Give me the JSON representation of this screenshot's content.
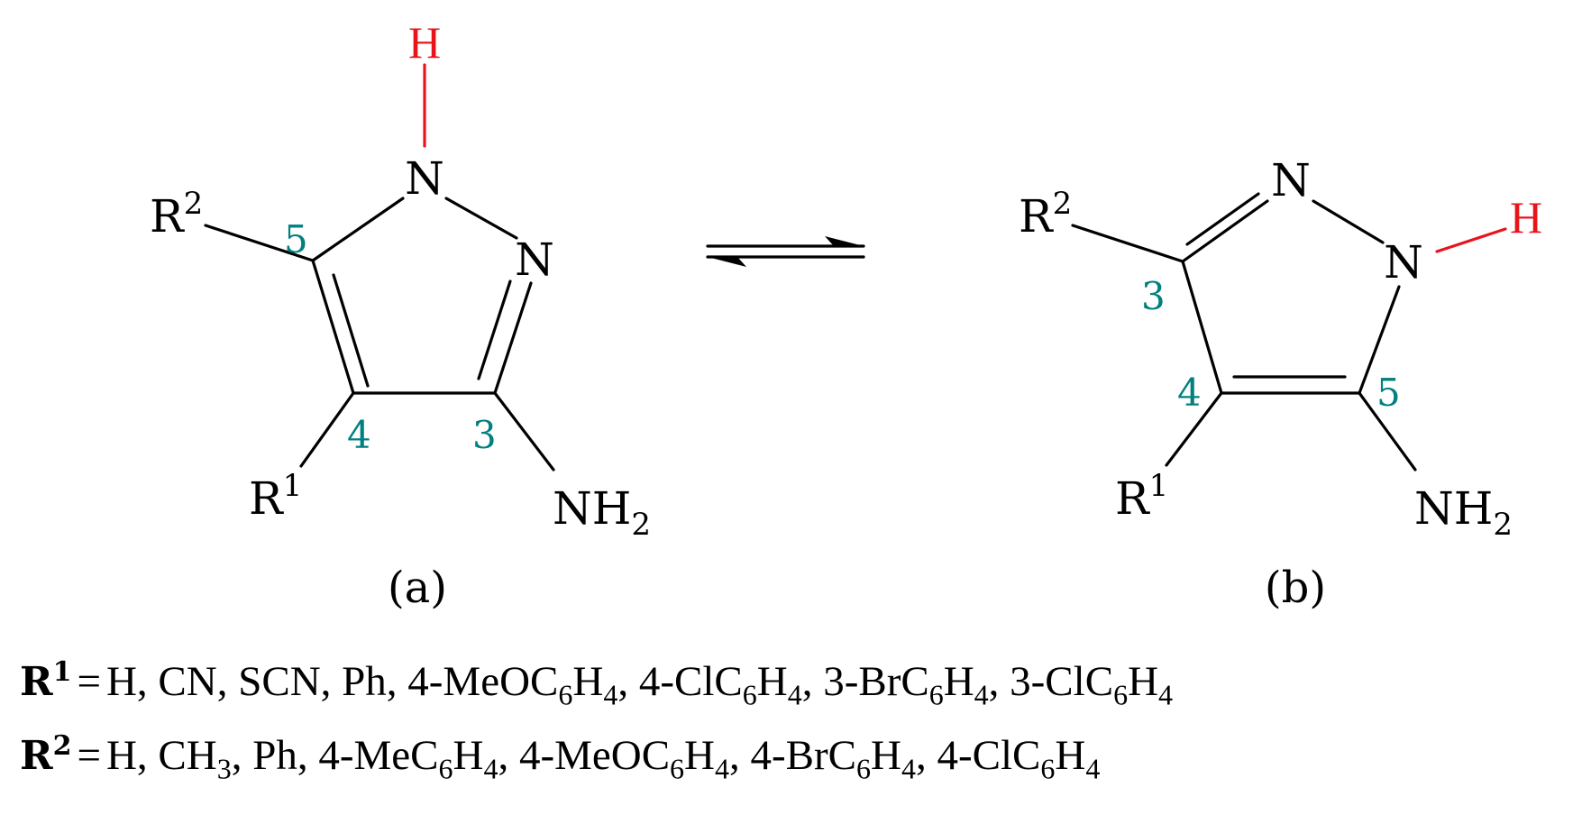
{
  "structure_a": {
    "atoms": {
      "h_top": "H",
      "n1": "N",
      "n2": "N",
      "r2_base": "R",
      "r2_sup": "2",
      "r1_base": "R",
      "r1_sup": "1",
      "nh2_base": "NH",
      "nh2_sub": "2"
    },
    "positions": {
      "p5": "5",
      "p4": "4",
      "p3": "3"
    },
    "caption": "(a)"
  },
  "structure_b": {
    "atoms": {
      "n_top": "N",
      "n1": "N",
      "h_right": "H",
      "r2_base": "R",
      "r2_sup": "2",
      "r1_base": "R",
      "r1_sup": "1",
      "nh2_base": "NH",
      "nh2_sub": "2"
    },
    "positions": {
      "p3": "3",
      "p4": "4",
      "p5": "5"
    },
    "caption": "(b)"
  },
  "colors": {
    "highlight_h": "#e8141b",
    "position_numbers": "#00807f",
    "bonds": "#000000"
  },
  "legend": {
    "r1": {
      "label_base": "R",
      "label_sup": "1",
      "equals": "=",
      "items": [
        {
          "text": "H, CN, SCN, Ph, 4-MeOC",
          "sub": "6"
        },
        {
          "text": "H",
          "sub": "4"
        },
        {
          "text": ", 4-ClC",
          "sub": "6"
        },
        {
          "text": "H",
          "sub": "4"
        },
        {
          "text": ", 3-BrC",
          "sub": "6"
        },
        {
          "text": "H",
          "sub": "4"
        },
        {
          "text": ", 3-ClC",
          "sub": "6"
        },
        {
          "text": "H",
          "sub": "4"
        }
      ]
    },
    "r2": {
      "label_base": "R",
      "label_sup": "2",
      "equals": "=",
      "items": [
        {
          "text": "H, CH",
          "sub": "3"
        },
        {
          "text": ", Ph, 4-MeC",
          "sub": "6"
        },
        {
          "text": "H",
          "sub": "4"
        },
        {
          "text": ", 4-MeOC",
          "sub": "6"
        },
        {
          "text": "H",
          "sub": "4"
        },
        {
          "text": ", 4-BrC",
          "sub": "6"
        },
        {
          "text": "H",
          "sub": "4"
        },
        {
          "text": ", 4-ClC",
          "sub": "6"
        },
        {
          "text": "H",
          "sub": "4"
        }
      ]
    }
  }
}
